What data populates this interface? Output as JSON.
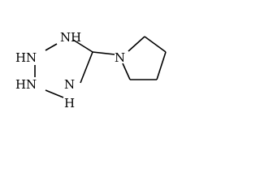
{
  "molecule": {
    "atoms": [
      {
        "id": "n-top",
        "label": "N",
        "h_label": "H"
      },
      {
        "id": "n-left-upper",
        "label": "N",
        "h_label": "H"
      },
      {
        "id": "n-left-lower",
        "label": "N",
        "h_label": "H"
      },
      {
        "id": "n-bottom",
        "label": "N",
        "h_label": "H"
      },
      {
        "id": "n-pyrrolidine",
        "label": "N"
      }
    ],
    "rings": [
      "tetrazolidine",
      "pyrrolidine"
    ]
  }
}
